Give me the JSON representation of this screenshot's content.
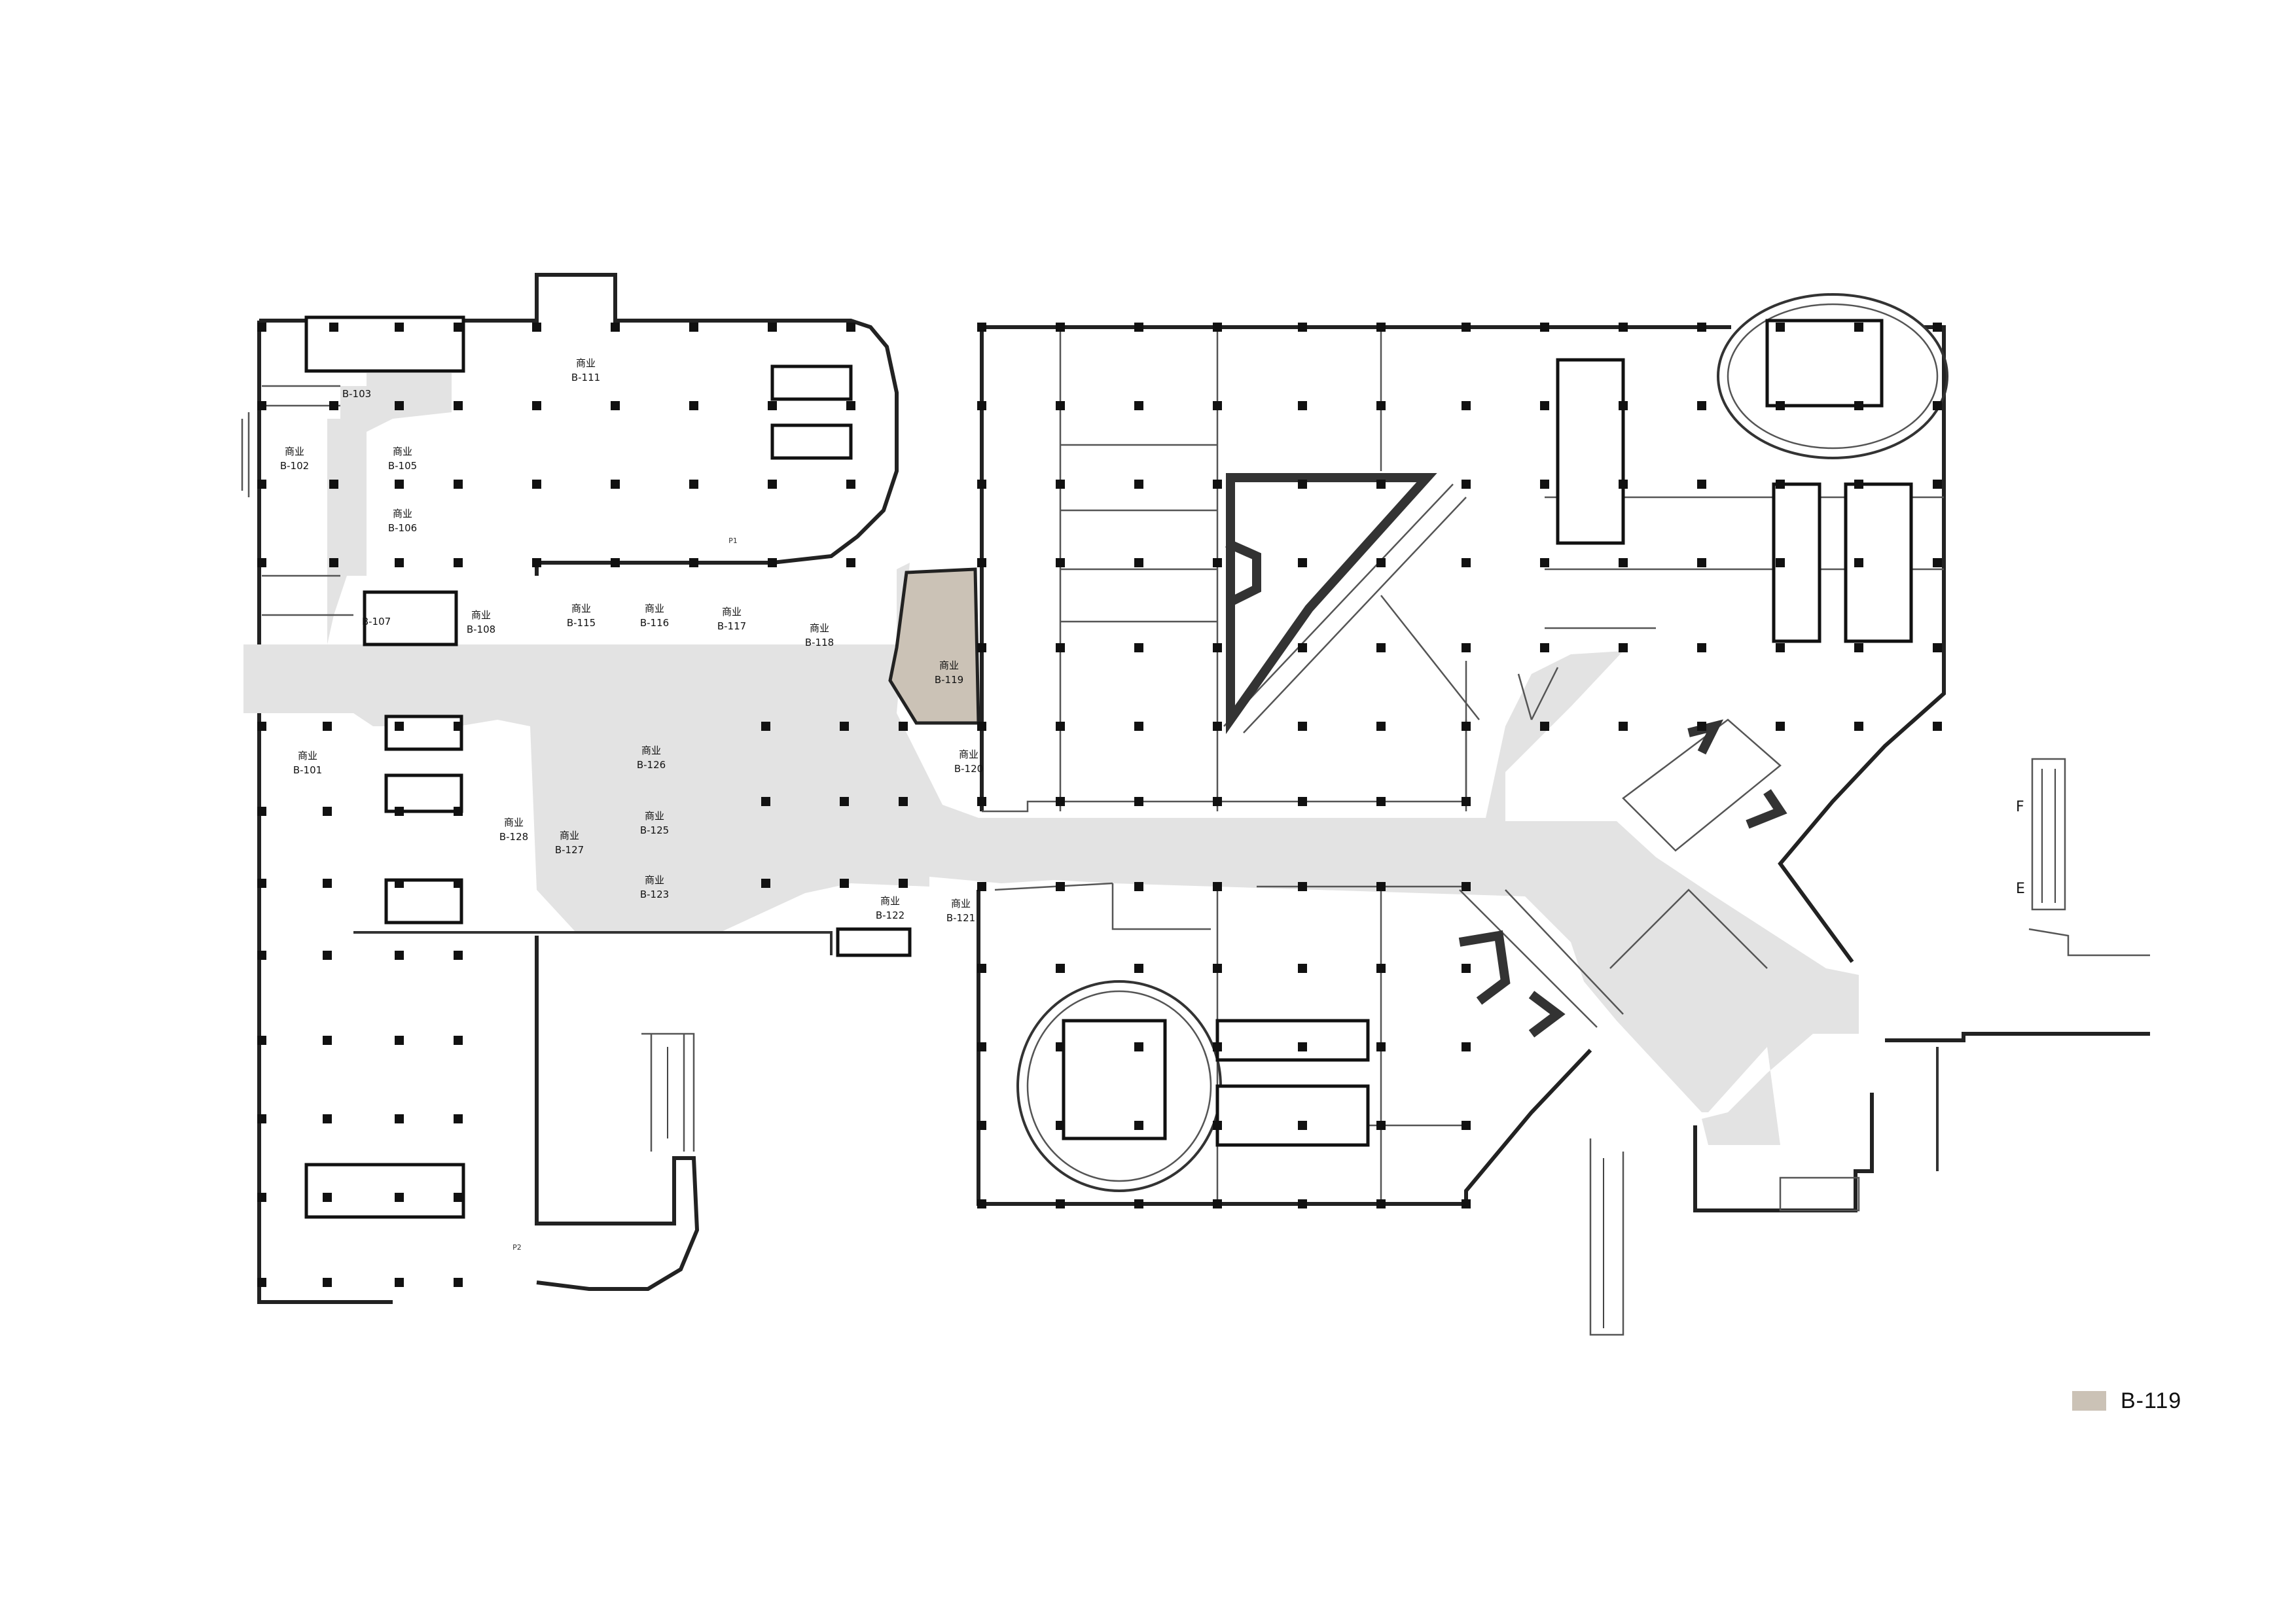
{
  "colors": {
    "highlight": "#cbc2b6",
    "corridor": "#e3e3e3",
    "walls": "#222222"
  },
  "legend": {
    "label": "B-119",
    "swatch_color": "#cbc2b6"
  },
  "highlighted_unit": "B-119",
  "units": [
    {
      "use": "商业",
      "id": "B-111"
    },
    {
      "use": "",
      "id": "B-103"
    },
    {
      "use": "商业",
      "id": "B-102"
    },
    {
      "use": "商业",
      "id": "B-105"
    },
    {
      "use": "商业",
      "id": "B-106"
    },
    {
      "use": "",
      "id": "B-107"
    },
    {
      "use": "商业",
      "id": "B-108"
    },
    {
      "use": "商业",
      "id": "B-115"
    },
    {
      "use": "商业",
      "id": "B-116"
    },
    {
      "use": "商业",
      "id": "B-117"
    },
    {
      "use": "商业",
      "id": "B-118"
    },
    {
      "use": "商业",
      "id": "B-119"
    },
    {
      "use": "商业",
      "id": "B-120"
    },
    {
      "use": "商业",
      "id": "B-101"
    },
    {
      "use": "商业",
      "id": "B-126"
    },
    {
      "use": "商业",
      "id": "B-128"
    },
    {
      "use": "商业",
      "id": "B-127"
    },
    {
      "use": "商业",
      "id": "B-125"
    },
    {
      "use": "商业",
      "id": "B-123"
    },
    {
      "use": "商业",
      "id": "B-122"
    },
    {
      "use": "商业",
      "id": "B-121"
    }
  ],
  "markers": {
    "f": "F",
    "e": "E",
    "p1": "P1",
    "p2": "P2"
  }
}
